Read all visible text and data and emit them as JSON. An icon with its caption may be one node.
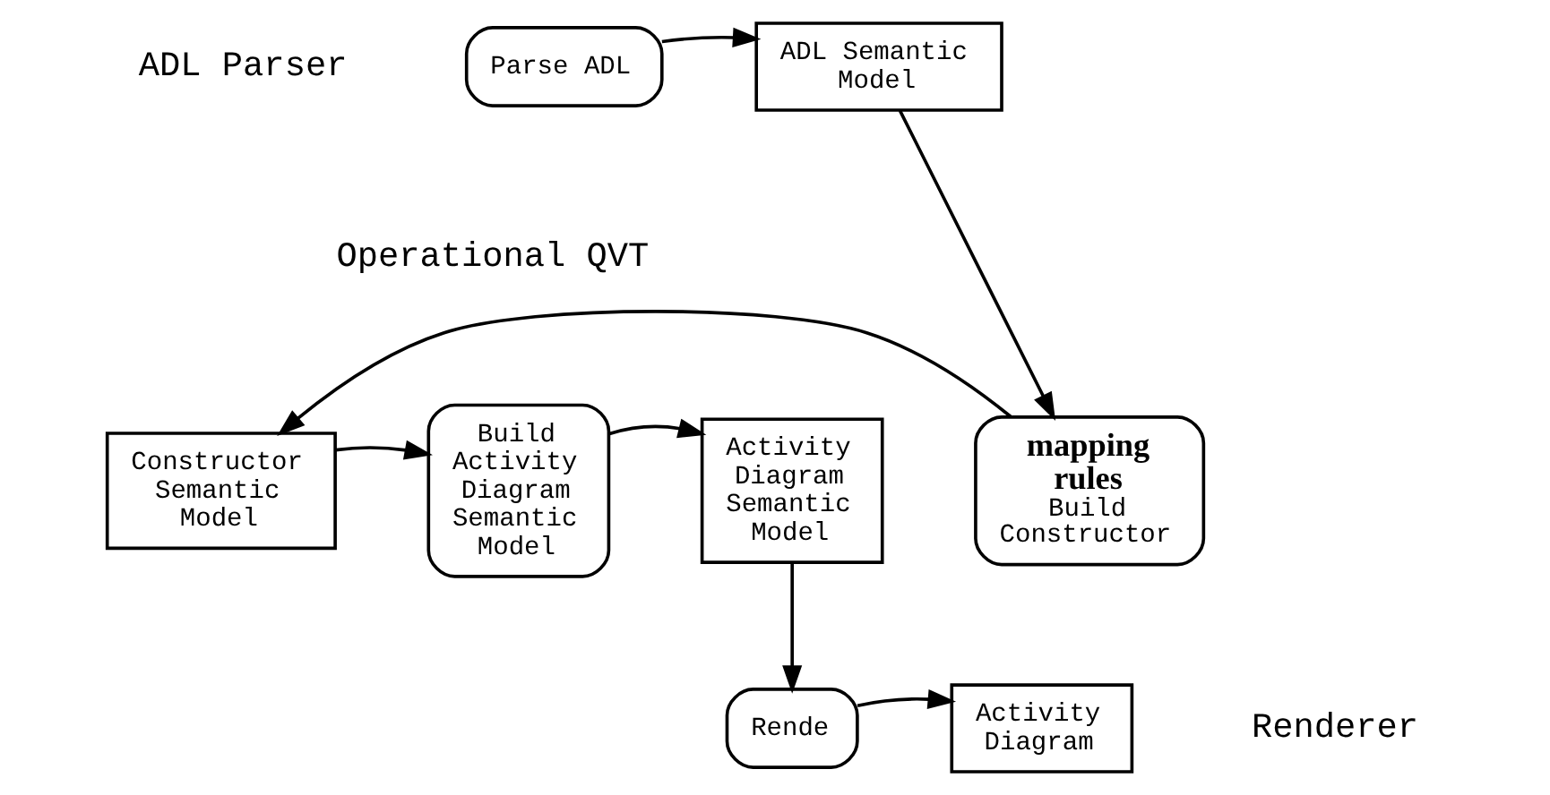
{
  "diagram": {
    "nodes": [
      {
        "text": [
          "Parse ADL"
        ]
      },
      {
        "text": [
          "ADL Semantic Model"
        ]
      },
      {
        "text": [
          "mapping rules",
          "Build Constructor"
        ]
      },
      {
        "text": [
          "Constructor Semantic Model"
        ]
      },
      {
        "text": [
          "Build Activity Diagram Semantic Model"
        ]
      },
      {
        "text": [
          "Activity Diagram Semantic Model"
        ]
      },
      {
        "text": [
          "Rende"
        ]
      },
      {
        "text": [
          "Activity Diagram"
        ]
      }
    ],
    "edges": [
      {
        "from": 0,
        "to": 1,
        "arrow": "to"
      },
      {
        "from": 1,
        "to": 2,
        "arrow": "to"
      },
      {
        "from": 2,
        "to": 3,
        "arrow": "to"
      },
      {
        "from": 3,
        "to": 4,
        "arrow": "to"
      },
      {
        "from": 4,
        "to": 5,
        "arrow": "to"
      },
      {
        "from": 5,
        "to": 6,
        "arrow": "to"
      },
      {
        "from": 6,
        "to": 7,
        "arrow": "to"
      }
    ],
    "labels": [
      "ADL Parser",
      "Operational QVT",
      "Renderer"
    ]
  }
}
